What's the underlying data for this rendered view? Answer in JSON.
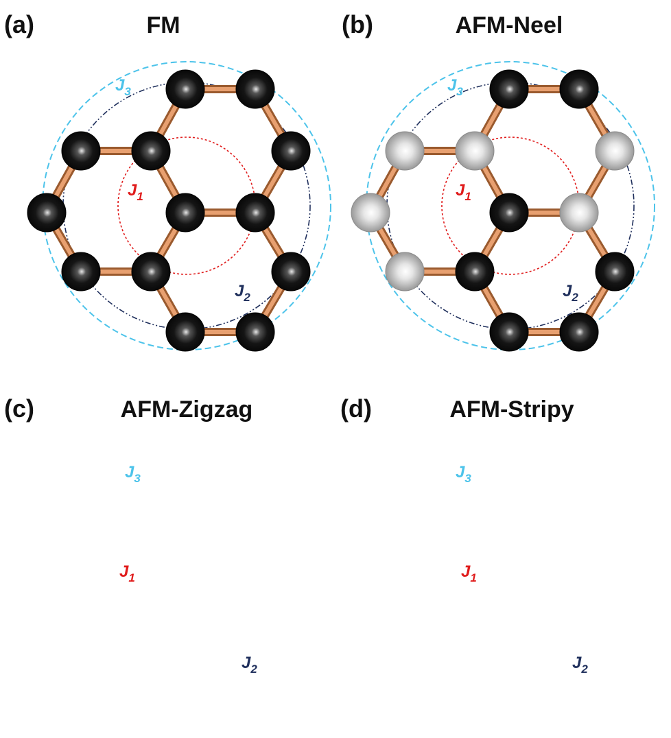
{
  "colors": {
    "spin_up": "#111111",
    "spin_down": "#b8b8b8",
    "bond": "#d9824a",
    "J1": "#e01b1b",
    "J2": "#1f2f5c",
    "J3": "#4cc3ea"
  },
  "panels": [
    {
      "letter": "(a)",
      "title": "FM",
      "labels": {
        "J1": "J",
        "J1_sub": "1",
        "J2": "J",
        "J2_sub": "2",
        "J3": "J",
        "J3_sub": "3"
      },
      "atom_colors": [
        "black",
        "black",
        "black",
        "black",
        "black",
        "black",
        "black",
        "black",
        "black",
        "black",
        "black",
        "black",
        "black"
      ]
    },
    {
      "letter": "(b)",
      "title": "AFM-Neel",
      "labels": {
        "J1": "J",
        "J1_sub": "1",
        "J2": "J",
        "J2_sub": "2",
        "J3": "J",
        "J3_sub": "3"
      },
      "atom_colors": [
        "white",
        "black",
        "black",
        "black",
        "white",
        "white",
        "black",
        "white",
        "white",
        "white",
        "white",
        "black",
        "black"
      ]
    },
    {
      "letter": "(c)",
      "title": "AFM-Zigzag",
      "labels": {
        "J1": "J",
        "J1_sub": "1",
        "J2": "J",
        "J2_sub": "2",
        "J3": "J",
        "J3_sub": "3"
      },
      "atom_colors": [
        "white",
        "black",
        "white",
        "white",
        "white",
        "black",
        "black",
        "black",
        "black",
        "black",
        "white",
        "black",
        "black"
      ]
    },
    {
      "letter": "(d)",
      "title": "AFM-Stripy",
      "labels": {
        "J1": "J",
        "J1_sub": "1",
        "J2": "J",
        "J2_sub": "2",
        "J3": "J",
        "J3_sub": "3"
      },
      "atom_colors": [
        "black",
        "black",
        "white",
        "white",
        "white",
        "white",
        "black",
        "white",
        "white",
        "black",
        "black",
        "black",
        "black"
      ]
    }
  ]
}
